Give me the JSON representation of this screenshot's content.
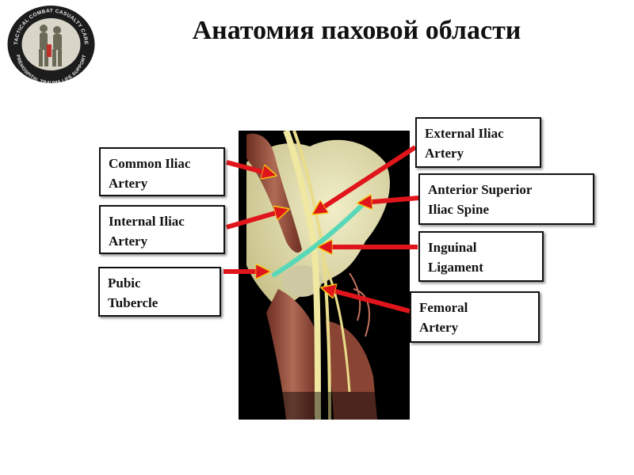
{
  "title": "Анатомия паховой области",
  "logo": {
    "text_top": "TACTICAL COMBAT CASUALTY CARE",
    "text_bottom": "PREHOSPITAL TRAUMA LIFE SUPPORT"
  },
  "labels": {
    "common_iliac": [
      "Common Iliac",
      "Artery"
    ],
    "internal_iliac": [
      "Internal Iliac",
      "Artery"
    ],
    "pubic_tubercle": [
      "Pubic",
      "Tubercle"
    ],
    "external_iliac": [
      "External Iliac",
      "Artery"
    ],
    "asis": [
      "Anterior Superior",
      "Iliac Spine"
    ],
    "inguinal": [
      "Inguinal",
      "Ligament"
    ],
    "femoral": [
      "Femoral",
      "Artery"
    ]
  },
  "colors": {
    "arrow_red": "#e0151b",
    "arrow_outline": "#f2c60f",
    "bone": "#e4dfae",
    "muscle": "#9a4f3d",
    "ligament": "#58d8b8",
    "nerve": "#f0e7a0"
  }
}
